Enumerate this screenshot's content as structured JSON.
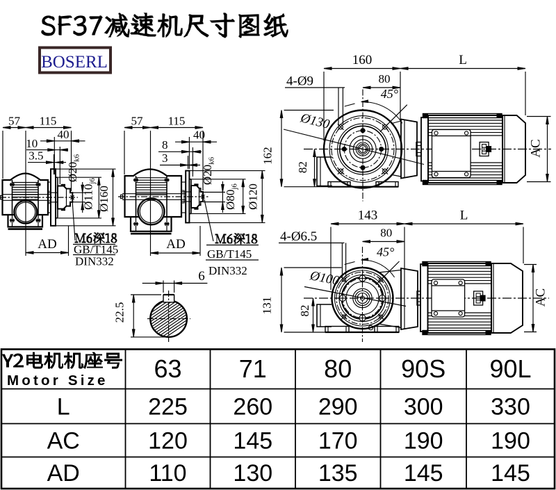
{
  "title": "SF37减速机尺寸图纸",
  "brand": {
    "name": "BOSERL",
    "text_color": "#1d1d8f",
    "border_color": "#2b1a1a"
  },
  "viewA": {
    "d57": "57",
    "d115": "115",
    "d40": "40",
    "d10": "10",
    "d3_5": "3.5",
    "dia20": "Ø20",
    "fit20": "k6",
    "dia110": "Ø110",
    "fit110": "j6",
    "dia160": "Ø160",
    "ad": "AD",
    "note1": "M6深18",
    "note2": "GB/T145",
    "note3": "DIN332"
  },
  "viewB": {
    "d57": "57",
    "d115": "115",
    "d40": "40",
    "d8": "8",
    "d3": "3",
    "dia20": "Ø20",
    "fit20": "k6",
    "dia80": "Ø80",
    "fit80": "j6",
    "dia120": "Ø120",
    "ad": "AD",
    "note1": "M6深18",
    "note2": "GB/T145",
    "note3": "DIN332"
  },
  "viewC": {
    "w": "160",
    "len": "L",
    "half": "80",
    "angle": "45°",
    "holes": "4-Ø9",
    "bolt_circle": "Ø130",
    "h1": "162",
    "h2": "82",
    "ac": "AC"
  },
  "viewD": {
    "w": "143",
    "len": "L",
    "half": "80",
    "angle": "45°",
    "holes": "4-Ø6.5",
    "bolt_circle": "Ø100",
    "h1": "131",
    "h2": "82",
    "ac": "AC"
  },
  "viewE": {
    "key_w": "6",
    "depth": "22.5"
  },
  "table": {
    "header_cn": "Y2电机机座号",
    "header_en": "Motor Size",
    "sizes": [
      "63",
      "71",
      "80",
      "90S",
      "90L"
    ],
    "rows": [
      {
        "label": "L",
        "values": [
          "225",
          "260",
          "290",
          "300",
          "330"
        ]
      },
      {
        "label": "AC",
        "values": [
          "120",
          "145",
          "170",
          "190",
          "190"
        ]
      },
      {
        "label": "AD",
        "values": [
          "110",
          "130",
          "135",
          "145",
          "145"
        ]
      }
    ]
  }
}
